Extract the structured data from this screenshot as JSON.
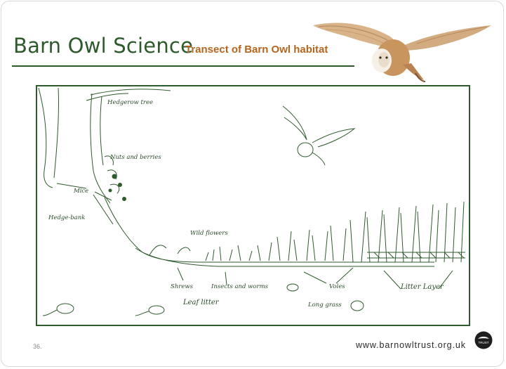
{
  "header": {
    "title": "Barn Owl Science",
    "subtitle": "Transect of Barn Owl habitat"
  },
  "illustration": {
    "labels": {
      "hedgerow_tree": "Hedgerow tree",
      "nuts_berries": "Nuts and berries",
      "mice": "Mice",
      "hedge_bank": "Hedge-bank",
      "wild_flowers": "Wild flowers",
      "shrews": "Shrews",
      "insects_worms": "Insects and worms",
      "voles": "Voles",
      "litter_layer": "Litter Layer",
      "leaf_litter": "Leaf litter",
      "long_grass": "Long grass"
    }
  },
  "footer": {
    "page_number": "36.",
    "website": "www.barnowltrust.org.uk",
    "logo_text": "TRUST"
  },
  "colors": {
    "title_green": "#2d5a2b",
    "subtitle_orange": "#b5651d",
    "sketch_green": "#2f5a2c"
  }
}
